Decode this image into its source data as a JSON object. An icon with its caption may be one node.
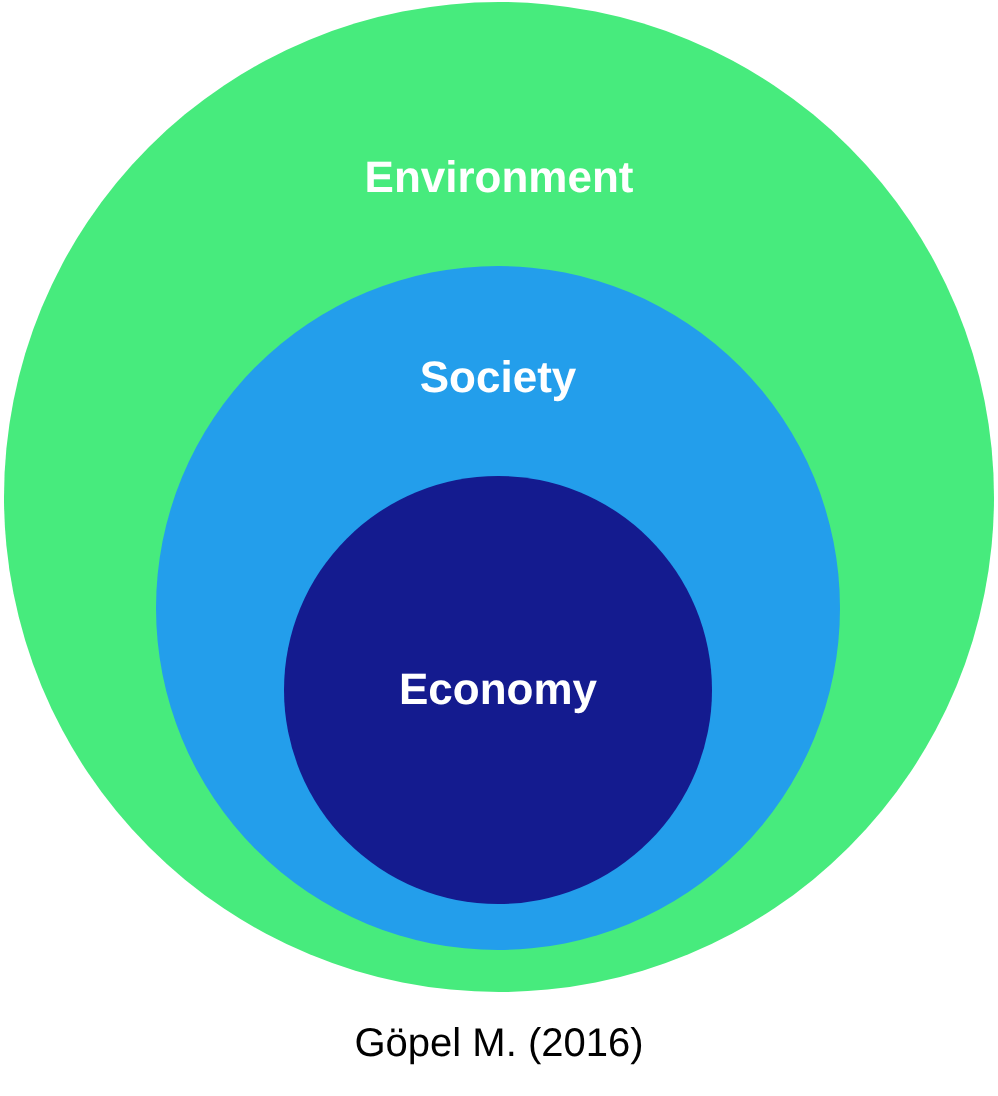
{
  "diagram": {
    "caption": "Göpel M. (2016)",
    "nodes": [
      {
        "text": [
          "Environment"
        ]
      },
      {
        "text": [
          "Society"
        ],
        "in": 0
      },
      {
        "text": [
          "Economy"
        ],
        "in": 1
      }
    ]
  }
}
